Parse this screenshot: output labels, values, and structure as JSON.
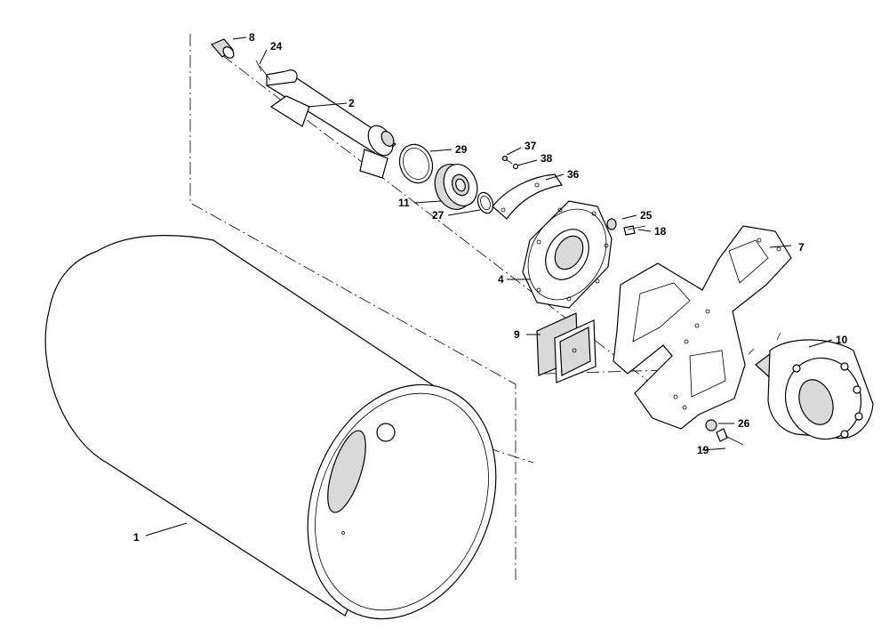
{
  "diagram": {
    "callouts": [
      {
        "id": "c1",
        "label": "1"
      },
      {
        "id": "c2",
        "label": "2"
      },
      {
        "id": "c4",
        "label": "4"
      },
      {
        "id": "c7",
        "label": "7"
      },
      {
        "id": "c8",
        "label": "8"
      },
      {
        "id": "c9",
        "label": "9"
      },
      {
        "id": "c10",
        "label": "10"
      },
      {
        "id": "c11",
        "label": "11"
      },
      {
        "id": "c18",
        "label": "18"
      },
      {
        "id": "c19",
        "label": "19"
      },
      {
        "id": "c24",
        "label": "24"
      },
      {
        "id": "c25",
        "label": "25"
      },
      {
        "id": "c26",
        "label": "26"
      },
      {
        "id": "c27",
        "label": "27"
      },
      {
        "id": "c29",
        "label": "29"
      },
      {
        "id": "c36",
        "label": "36"
      },
      {
        "id": "c37",
        "label": "37"
      },
      {
        "id": "c38",
        "label": "38"
      }
    ]
  }
}
